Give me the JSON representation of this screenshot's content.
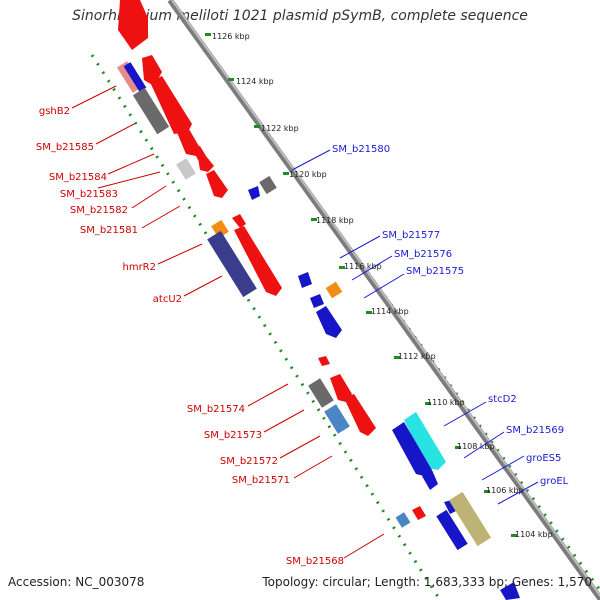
{
  "title": "Sinorhizobium meliloti 1021 plasmid pSymB, complete sequence",
  "footer": {
    "accession": "Accession: NC_003078",
    "summary": "Topology: circular; Length: 1,683,333 bp; Genes: 1,570"
  },
  "colors": {
    "forward_label": "#cc0000",
    "reverse_label": "#1a1ad4",
    "ruler_tick": "#228b22",
    "backbone": "#888888"
  },
  "ruler": {
    "kbp_labels": [
      "1126 kbp",
      "1124 kbp",
      "1122 kbp",
      "1120 kbp",
      "1118 kbp",
      "1116 kbp",
      "1114 kbp",
      "1112 kbp",
      "1110 kbp",
      "1108 kbp",
      "1106 kbp",
      "1104 kbp"
    ]
  },
  "forward_gene_labels": [
    "gshB2",
    "SM_b21585",
    "SM_b21584",
    "SM_b21583",
    "SM_b21582",
    "SM_b21581",
    "hmrR2",
    "atcU2",
    "SM_b21574",
    "SM_b21573",
    "SM_b21572",
    "SM_b21571",
    "SM_b21568"
  ],
  "reverse_gene_labels": [
    "SM_b21580",
    "SM_b21577",
    "SM_b21576",
    "SM_b21575",
    "stcD2",
    "SM_b21569",
    "groES5",
    "groEL"
  ]
}
